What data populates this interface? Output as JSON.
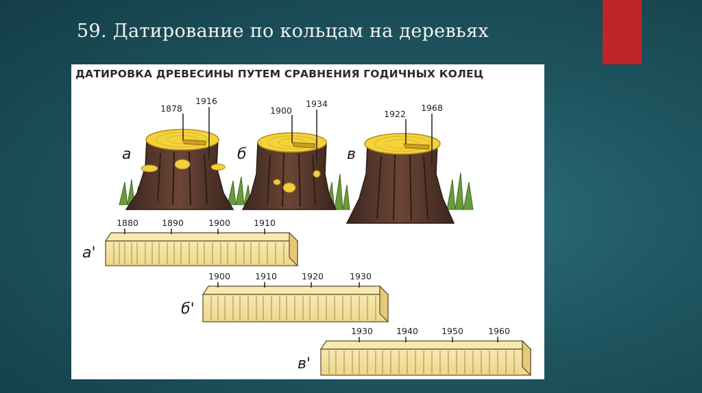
{
  "slide": {
    "title": "59. Датирование по кольцам на деревьях",
    "accent_color": "#c0252a"
  },
  "figure": {
    "heading": "ДАТИРОВКА ДРЕВЕСИНЫ ПУТЕМ СРАВНЕНИЯ ГОДИЧНЫХ КОЛЕЦ",
    "stumps": [
      {
        "label": "а",
        "year_inner": "1878",
        "year_outer": "1916",
        "colors": {
          "bark": "#5a3a2e",
          "cut": "#f4d23a"
        }
      },
      {
        "label": "б",
        "year_inner": "1900",
        "year_outer": "1934",
        "colors": {
          "bark": "#4f3328",
          "cut": "#f4d23a"
        }
      },
      {
        "label": "в",
        "year_inner": "1922",
        "year_outer": "1968",
        "colors": {
          "bark": "#5b3b30",
          "cut": "#f4d23a"
        }
      }
    ],
    "bars": [
      {
        "label": "а'",
        "ticks": [
          "1880",
          "1890",
          "1900",
          "1910"
        ]
      },
      {
        "label": "б'",
        "ticks": [
          "1900",
          "1910",
          "1920",
          "1930"
        ]
      },
      {
        "label": "в'",
        "ticks": [
          "1930",
          "1940",
          "1950",
          "1960"
        ]
      }
    ],
    "wood_color": "#f3dc8e"
  }
}
